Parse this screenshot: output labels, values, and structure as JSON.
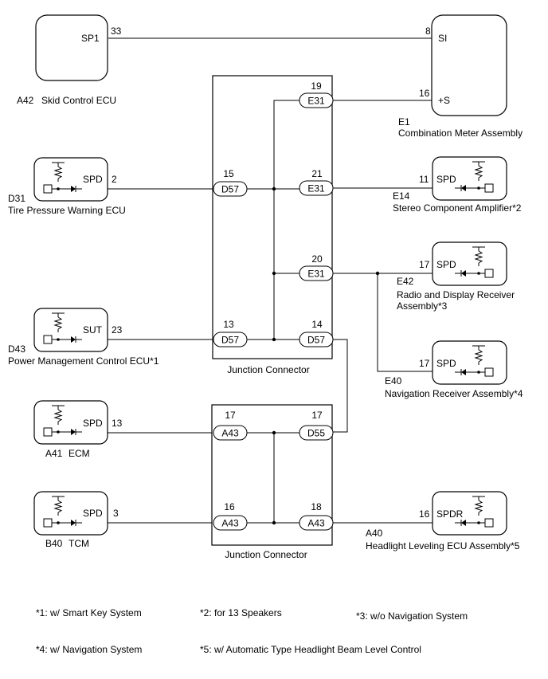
{
  "components": {
    "a42": {
      "code": "A42",
      "name": "Skid Control ECU",
      "pin": "SP1",
      "pin_no": "33"
    },
    "e1": {
      "code": "E1",
      "name": "Combination Meter Assembly",
      "pin_si": "SI",
      "pin_si_no": "8",
      "pin_s": "+S",
      "pin_s_no": "16"
    },
    "d31": {
      "code": "D31",
      "name": "Tire Pressure Warning ECU",
      "pin": "SPD",
      "pin_no": "2"
    },
    "e14": {
      "code": "E14",
      "name": "Stereo Component Amplifier*2",
      "pin": "SPD",
      "pin_no": "11"
    },
    "e42": {
      "code": "E42",
      "name_line1": "Radio and Display Receiver",
      "name_line2": "Assembly*3",
      "pin": "SPD",
      "pin_no": "17"
    },
    "d43": {
      "code": "D43",
      "name": "Power Management Control ECU*1",
      "pin": "SUT",
      "pin_no": "23"
    },
    "e40": {
      "code": "E40",
      "name": "Navigation Receiver Assembly*4",
      "pin": "SPD",
      "pin_no": "17"
    },
    "a41": {
      "code": "A41",
      "name": "ECM",
      "pin": "SPD",
      "pin_no": "13"
    },
    "b40": {
      "code": "B40",
      "name": "TCM",
      "pin": "SPD",
      "pin_no": "3"
    },
    "a40": {
      "code": "A40",
      "name": "Headlight Leveling ECU Assembly*5",
      "pin": "SPDR",
      "pin_no": "16"
    }
  },
  "junction1": {
    "label": "Junction Connector",
    "connectors": {
      "e31_19": {
        "name": "E31",
        "pin": "19"
      },
      "d57_15": {
        "name": "D57",
        "pin": "15"
      },
      "e31_21": {
        "name": "E31",
        "pin": "21"
      },
      "e31_20": {
        "name": "E31",
        "pin": "20"
      },
      "d57_13": {
        "name": "D57",
        "pin": "13"
      },
      "d57_14": {
        "name": "D57",
        "pin": "14"
      }
    }
  },
  "junction2": {
    "label": "Junction Connector",
    "connectors": {
      "a43_17": {
        "name": "A43",
        "pin": "17"
      },
      "d55_17": {
        "name": "D55",
        "pin": "17"
      },
      "a43_16": {
        "name": "A43",
        "pin": "16"
      },
      "a43_18": {
        "name": "A43",
        "pin": "18"
      }
    }
  },
  "footnotes": {
    "n1": "*1: w/ Smart Key System",
    "n2": "*2: for 13 Speakers",
    "n3": "*3: w/o Navigation System",
    "n4": "*4: w/ Navigation System",
    "n5": "*5: w/ Automatic Type Headlight Beam Level Control"
  }
}
